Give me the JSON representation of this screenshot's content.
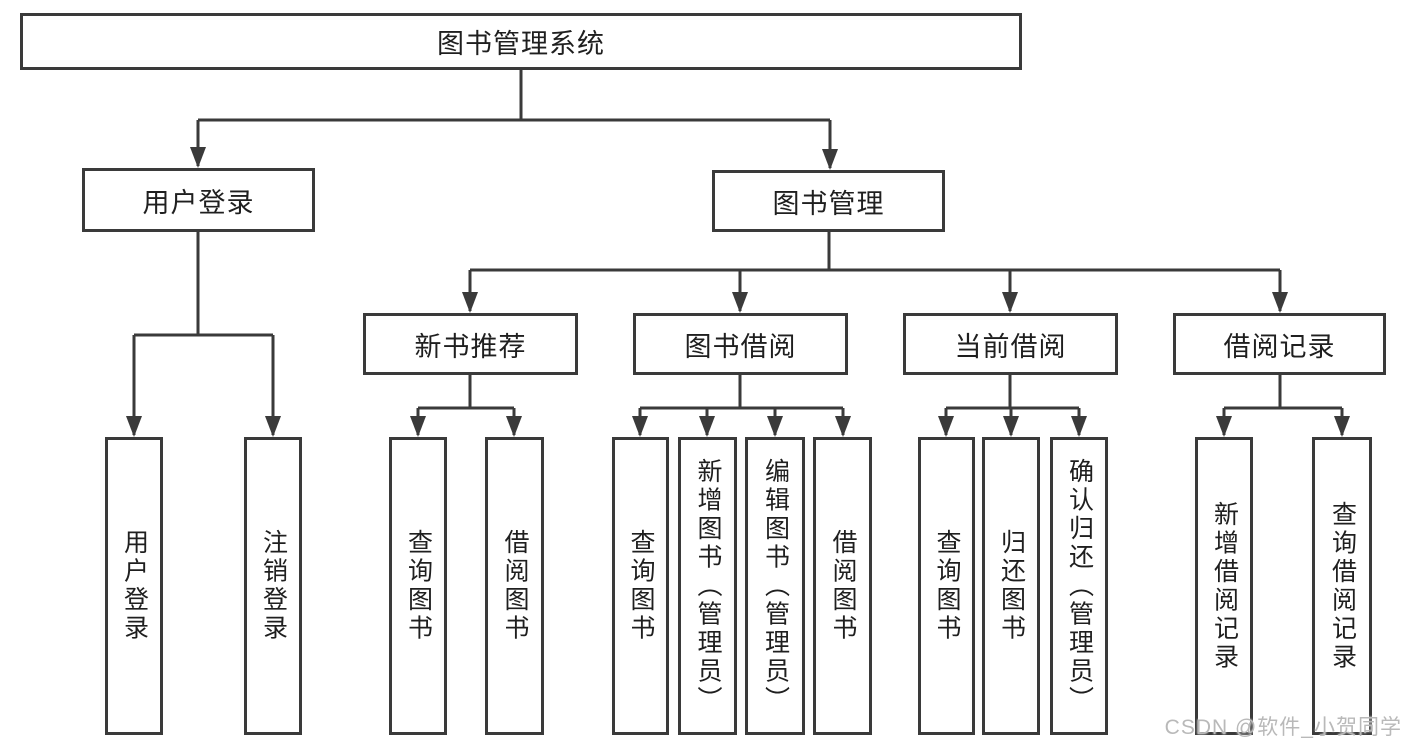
{
  "watermark": "CSDN @软件_小贺同学",
  "colors": {
    "line": "#3a3a3a",
    "text": "#1f1f1f",
    "background": "#ffffff",
    "watermark": "#b9b9b9"
  },
  "diagram": {
    "type": "tree",
    "root": {
      "label": "图书管理系统"
    },
    "level2": {
      "user_login": {
        "label": "用户登录",
        "parent": "图书管理系统"
      },
      "book_mgmt": {
        "label": "图书管理",
        "parent": "图书管理系统"
      }
    },
    "level3": {
      "new_book_rec": {
        "label": "新书推荐",
        "parent": "图书管理"
      },
      "book_borrow": {
        "label": "图书借阅",
        "parent": "图书管理"
      },
      "current_borrow": {
        "label": "当前借阅",
        "parent": "图书管理"
      },
      "borrow_records": {
        "label": "借阅记录",
        "parent": "图书管理"
      }
    },
    "leaves": {
      "user_login_action": {
        "label": "用户登录",
        "parent": "用户登录"
      },
      "logout": {
        "label": "注销登录",
        "parent": "用户登录"
      },
      "rec_query_books": {
        "label": "查询图书",
        "parent": "新书推荐"
      },
      "rec_borrow_books": {
        "label": "借阅图书",
        "parent": "新书推荐"
      },
      "bb_query_books": {
        "label": "查询图书",
        "parent": "图书借阅"
      },
      "bb_add_books": {
        "label": "新增图书（管理员）",
        "parent": "图书借阅"
      },
      "bb_edit_books": {
        "label": "编辑图书（管理员）",
        "parent": "图书借阅"
      },
      "bb_borrow_books": {
        "label": "借阅图书",
        "parent": "图书借阅"
      },
      "cb_query_books": {
        "label": "查询图书",
        "parent": "当前借阅"
      },
      "cb_return_books": {
        "label": "归还图书",
        "parent": "当前借阅"
      },
      "cb_confirm_return": {
        "label": "确认归还（管理员）",
        "parent": "当前借阅"
      },
      "br_add_record": {
        "label": "新增借阅记录",
        "parent": "借阅记录"
      },
      "br_query_record": {
        "label": "查询借阅记录",
        "parent": "借阅记录"
      }
    }
  }
}
